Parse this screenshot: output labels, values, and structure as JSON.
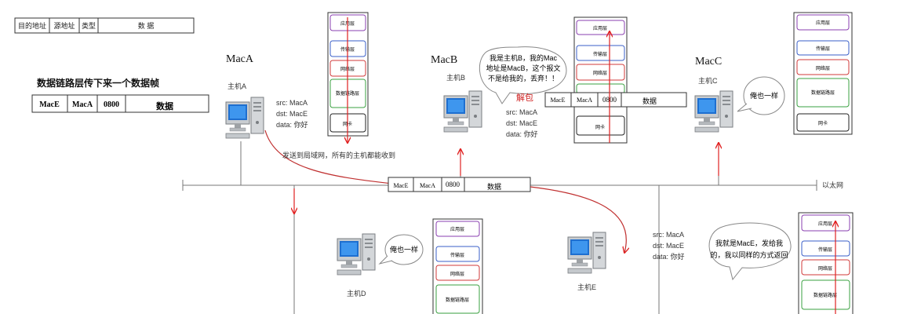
{
  "header_table": {
    "cells": [
      "目的地址",
      "源地址",
      "类型",
      "数 据"
    ]
  },
  "frame_caption": "数据链路层传下来一个数据帧",
  "frame": {
    "dst": "MacE",
    "src": "MacA",
    "type": "0800",
    "data": "数据"
  },
  "hosts": {
    "a": {
      "mac": "MacA",
      "name": "主机A"
    },
    "b": {
      "mac": "MacB",
      "name": "主机B"
    },
    "c": {
      "mac": "MacC",
      "name": "主机C"
    },
    "d": {
      "name": "主机D"
    },
    "e": {
      "name": "主机E"
    }
  },
  "layers": {
    "app": "应用层",
    "transport": "传输层",
    "network": "网络层",
    "datalink": "数据链路层",
    "nic": "网卡"
  },
  "packet_info": {
    "src": "src:  MacA",
    "dst": "dst:  MacE",
    "data": "data: 你好"
  },
  "bubbles": {
    "b": [
      "我是主机B，我的Mac",
      "地址是MacB，这个报文",
      "不是给我的，丢弃！！"
    ],
    "c": "俺也一样",
    "d": "俺也一样",
    "e": [
      "我就是MacE，发给我",
      "的，我以同样的方式返回"
    ]
  },
  "unpack_label": "解包",
  "broadcast_label": "发送到局域网，所有的主机都能收到",
  "network_label": "以太网",
  "colors": {
    "app_border": "#8a3fb0",
    "transport_border": "#3a5fc8",
    "network_border": "#d03a3a",
    "datalink_border": "#3aa040",
    "nic_border": "#222222",
    "arrow": "#e02020",
    "line": "#777777"
  }
}
